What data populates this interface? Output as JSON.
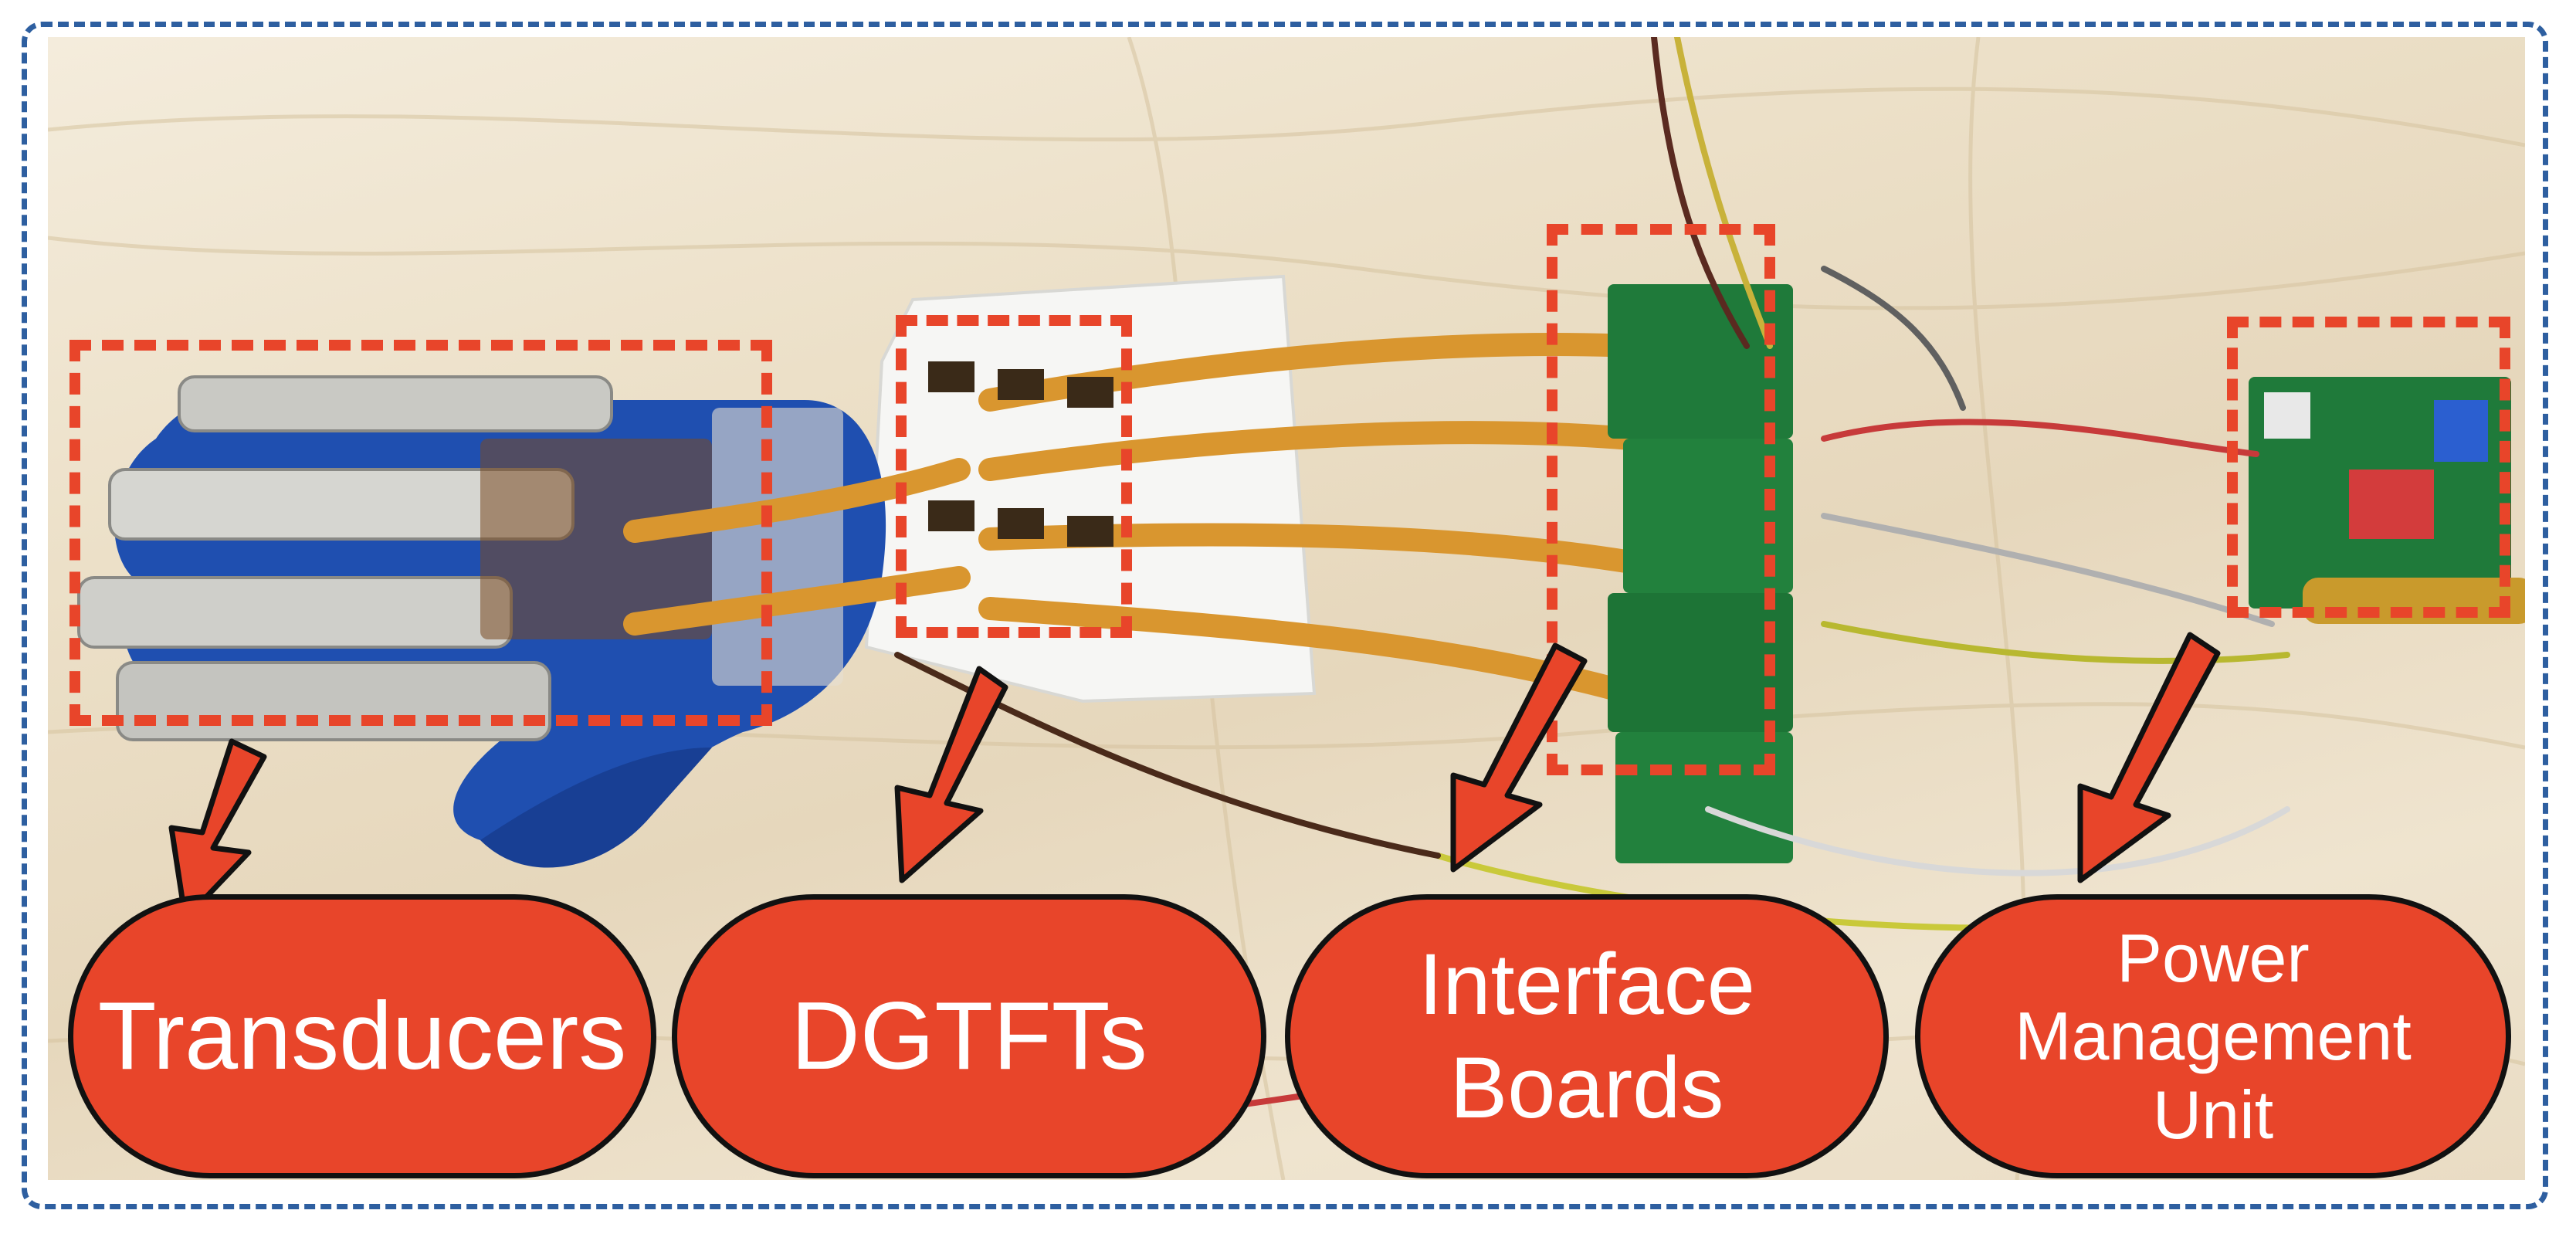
{
  "figure": {
    "labels": [
      {
        "id": "transducers",
        "text": "Transducers"
      },
      {
        "id": "dgtfts",
        "text": "DGTFTs"
      },
      {
        "id": "interface-boards",
        "text": "Interface\nBoards"
      },
      {
        "id": "power-management-unit",
        "text": "Power\nManagement\nUnit"
      }
    ]
  },
  "colors": {
    "frame": "#2e5fa0",
    "callout": "#e8452a",
    "pill_fill": "#e8452a",
    "pill_border": "#111111",
    "glove": "#1f4fb0",
    "ribbon": "#d9962f",
    "pcb": "#1f7a3a"
  },
  "icons": [
    "glove-photo",
    "flex-cable",
    "circuit-board",
    "wire",
    "arrow"
  ]
}
